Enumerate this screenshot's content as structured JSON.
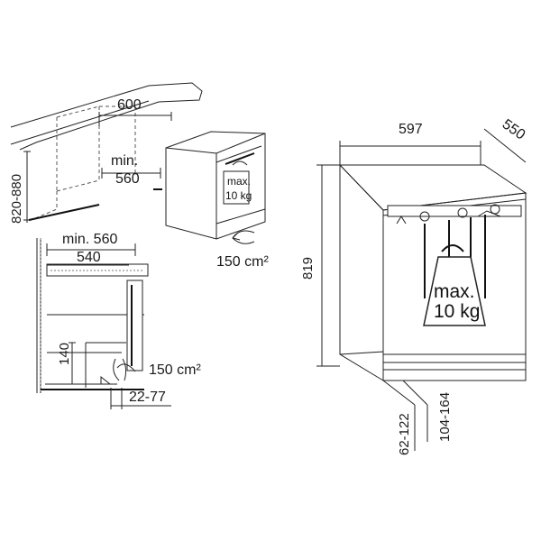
{
  "installation_view": {
    "niche_width": "600",
    "min_depth": "min.",
    "min_depth_value": "560",
    "height_range": "820-880",
    "ventilation": "150 cm²",
    "weight_label_top": "max.",
    "weight_label_bottom": "10 kg"
  },
  "section_view": {
    "min_depth": "min. 560",
    "depth": "540",
    "plinth_height": "140",
    "ventilation": "150 cm²",
    "plinth_offset": "22-77"
  },
  "appliance_view": {
    "width": "597",
    "depth": "550",
    "height": "819",
    "weight_label_top": "max.",
    "weight_label_bottom": "10 kg",
    "foot_range_a": "62-122",
    "foot_range_b": "104-164"
  }
}
